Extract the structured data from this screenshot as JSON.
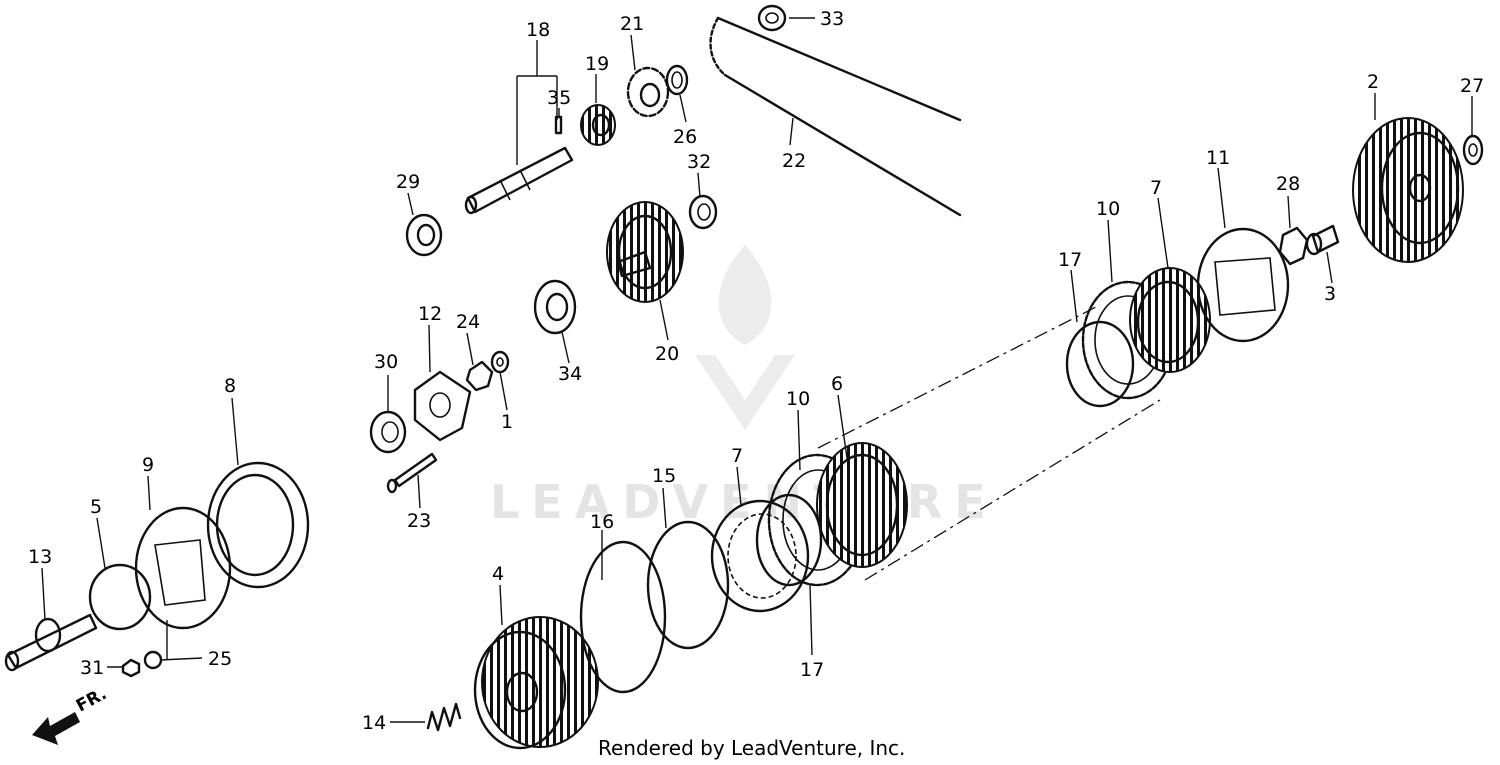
{
  "watermark": {
    "text": "LEADVENTURE"
  },
  "credit": "Rendered by LeadVenture, Inc.",
  "direction_label": "FR.",
  "callouts": [
    {
      "id": "c1",
      "label": "1"
    },
    {
      "id": "c2",
      "label": "2"
    },
    {
      "id": "c3",
      "label": "3"
    },
    {
      "id": "c4",
      "label": "4"
    },
    {
      "id": "c5",
      "label": "5"
    },
    {
      "id": "c6",
      "label": "6"
    },
    {
      "id": "c7a",
      "label": "7"
    },
    {
      "id": "c7b",
      "label": "7"
    },
    {
      "id": "c8",
      "label": "8"
    },
    {
      "id": "c9",
      "label": "9"
    },
    {
      "id": "c10a",
      "label": "10"
    },
    {
      "id": "c10b",
      "label": "10"
    },
    {
      "id": "c11",
      "label": "11"
    },
    {
      "id": "c12",
      "label": "12"
    },
    {
      "id": "c13",
      "label": "13"
    },
    {
      "id": "c14",
      "label": "14"
    },
    {
      "id": "c15",
      "label": "15"
    },
    {
      "id": "c16",
      "label": "16"
    },
    {
      "id": "c17a",
      "label": "17"
    },
    {
      "id": "c17b",
      "label": "17"
    },
    {
      "id": "c18",
      "label": "18"
    },
    {
      "id": "c19",
      "label": "19"
    },
    {
      "id": "c20",
      "label": "20"
    },
    {
      "id": "c21",
      "label": "21"
    },
    {
      "id": "c22",
      "label": "22"
    },
    {
      "id": "c23",
      "label": "23"
    },
    {
      "id": "c24",
      "label": "24"
    },
    {
      "id": "c25",
      "label": "25"
    },
    {
      "id": "c26",
      "label": "26"
    },
    {
      "id": "c27",
      "label": "27"
    },
    {
      "id": "c28",
      "label": "28"
    },
    {
      "id": "c29",
      "label": "29"
    },
    {
      "id": "c30",
      "label": "30"
    },
    {
      "id": "c31",
      "label": "31"
    },
    {
      "id": "c32",
      "label": "32"
    },
    {
      "id": "c33",
      "label": "33"
    },
    {
      "id": "c34",
      "label": "34"
    },
    {
      "id": "c35",
      "label": "35"
    }
  ]
}
